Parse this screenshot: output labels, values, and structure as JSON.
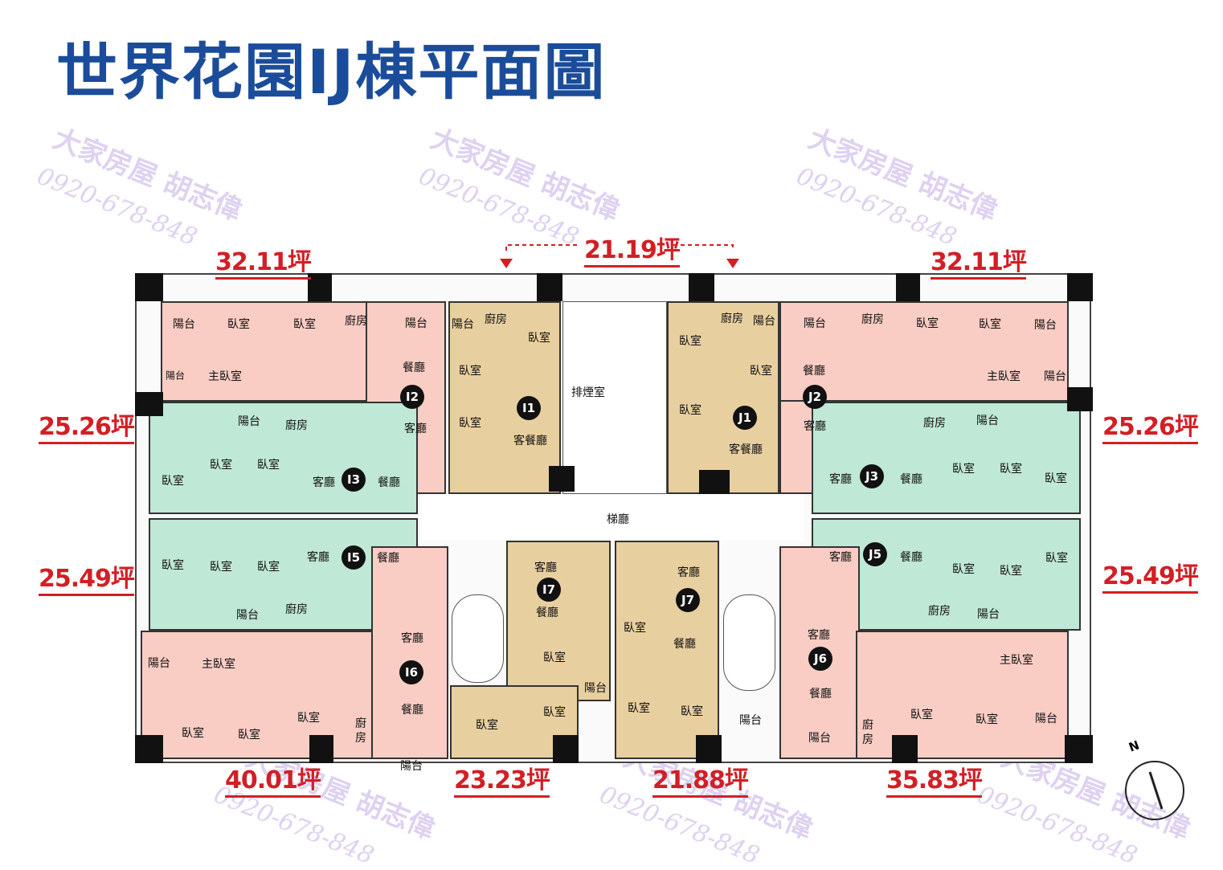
{
  "title": "世界花園IJ棟平面圖",
  "watermark": {
    "brand": "大家房屋 胡志偉",
    "phone": "0920-678-848"
  },
  "areas": {
    "i2": "32.11坪",
    "j2": "32.11坪",
    "center_top": "21.19坪",
    "i3": "25.26坪",
    "j3": "25.26坪",
    "i5": "25.49坪",
    "j5": "25.49坪",
    "i6": "40.01坪",
    "i7": "23.23坪",
    "j7": "21.88坪",
    "j6": "35.83坪"
  },
  "units": {
    "i1": "I1",
    "i2": "I2",
    "i3": "I3",
    "i5": "I5",
    "i6": "I6",
    "i7": "I7",
    "j1": "J1",
    "j2": "J2",
    "j3": "J3",
    "j5": "J5",
    "j6": "J6",
    "j7": "J7"
  },
  "labels": {
    "balcony": "陽台",
    "bedroom": "臥室",
    "master": "主臥室",
    "kitchen": "廚房",
    "dining": "餐廳",
    "living": "客廳",
    "living_dining": "客餐廳",
    "smoke": "排煙室",
    "lobby": "梯廳"
  },
  "compass": {
    "north": "N"
  },
  "colors": {
    "title": "#1b4c9a",
    "area": "#d21f26",
    "pink": "#f9cdc4",
    "tan": "#e8cf9f",
    "green": "#bfe8d6"
  }
}
